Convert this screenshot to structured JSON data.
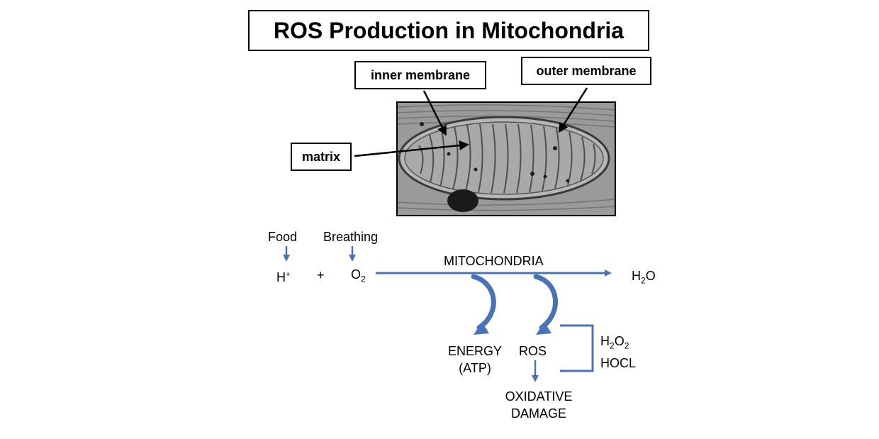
{
  "title": "ROS Production in Mitochondria",
  "labels": {
    "inner_membrane": "inner membrane",
    "outer_membrane": "outer membrane",
    "matrix": "matrix"
  },
  "flow": {
    "food": "Food",
    "breathing": "Breathing",
    "h_plus": {
      "base": "H",
      "sup": "+"
    },
    "plus": "+",
    "o2": {
      "base": "O",
      "sub": "2"
    },
    "mitochondria": "MITOCHONDRIA",
    "h2o": {
      "base1": "H",
      "sub": "2",
      "base2": "O"
    },
    "energy": "ENERGY",
    "atp": "(ATP)",
    "ros": "ROS",
    "oxidative": "OXIDATIVE",
    "damage": "DAMAGE",
    "h2o2": {
      "b1": "H",
      "s1": "2",
      "b2": "O",
      "s2": "2"
    },
    "hocl": "HOCL"
  },
  "colors": {
    "arrow_blue": "#4a72b8",
    "text": "#000000"
  }
}
